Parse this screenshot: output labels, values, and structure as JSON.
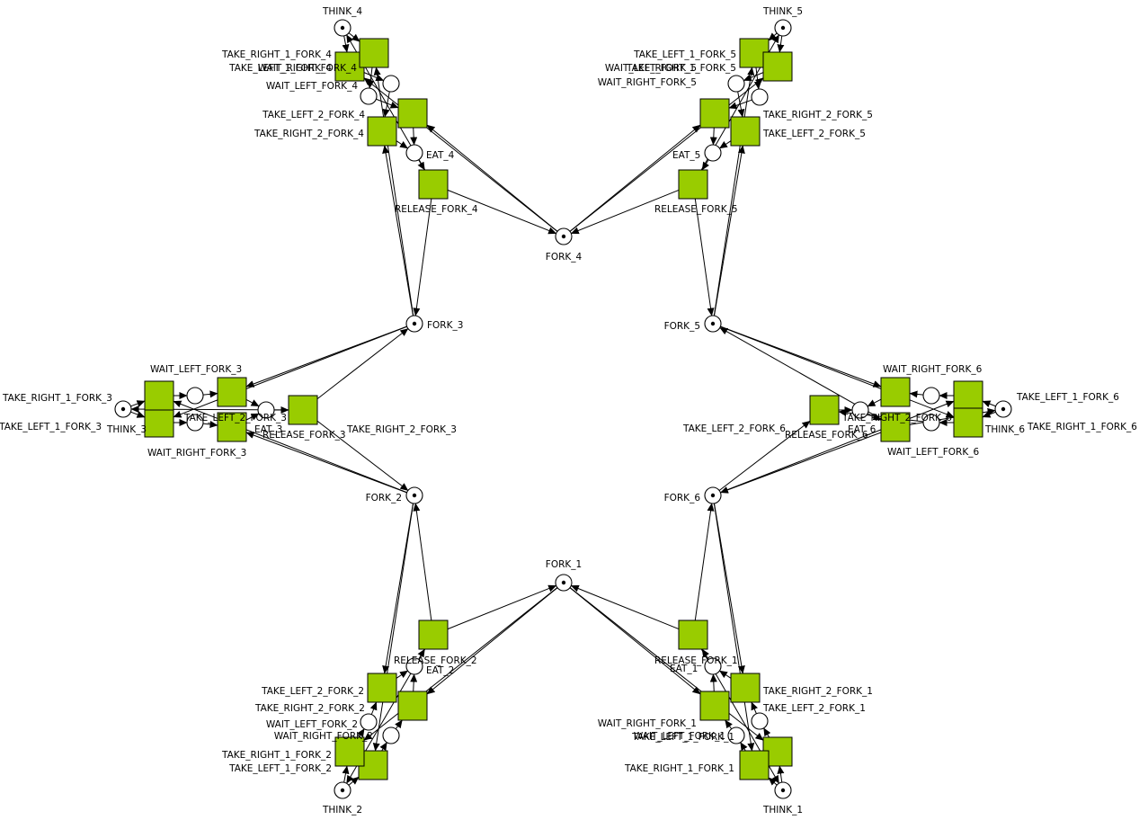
{
  "places": [
    {
      "id": "THINK_4",
      "label": "THINK_4",
      "tokens": 1
    },
    {
      "id": "THINK_5",
      "label": "THINK_5",
      "tokens": 1
    },
    {
      "id": "THINK_3",
      "label": "THINK_3",
      "tokens": 1
    },
    {
      "id": "THINK_6",
      "label": "THINK_6",
      "tokens": 1
    },
    {
      "id": "THINK_2",
      "label": "THINK_2",
      "tokens": 1
    },
    {
      "id": "THINK_1",
      "label": "THINK_1",
      "tokens": 1
    },
    {
      "id": "FORK_1",
      "label": "FORK_1",
      "tokens": 1
    },
    {
      "id": "FORK_2",
      "label": "FORK_2",
      "tokens": 1
    },
    {
      "id": "FORK_3",
      "label": "FORK_3",
      "tokens": 1
    },
    {
      "id": "FORK_4",
      "label": "FORK_4",
      "tokens": 1
    },
    {
      "id": "FORK_5",
      "label": "FORK_5",
      "tokens": 1
    },
    {
      "id": "FORK_6",
      "label": "FORK_6",
      "tokens": 1
    },
    {
      "id": "EAT_1",
      "label": "EAT_1",
      "tokens": 0
    },
    {
      "id": "EAT_2",
      "label": "EAT_2",
      "tokens": 0
    },
    {
      "id": "EAT_3",
      "label": "EAT_3",
      "tokens": 0
    },
    {
      "id": "EAT_4",
      "label": "EAT_4",
      "tokens": 0
    },
    {
      "id": "EAT_5",
      "label": "EAT_5",
      "tokens": 0
    },
    {
      "id": "EAT_6",
      "label": "EAT_6",
      "tokens": 0
    },
    {
      "id": "WAIT_LEFT_FORK_1",
      "label": "WAIT_LEFT_FORK_1",
      "tokens": 0
    },
    {
      "id": "WAIT_RIGHT_FORK_1",
      "label": "WAIT_RIGHT_FORK_1",
      "tokens": 0
    },
    {
      "id": "WAIT_LEFT_FORK_2",
      "label": "WAIT_LEFT_FORK_2",
      "tokens": 0
    },
    {
      "id": "WAIT_RIGHT_FORK_2",
      "label": "WAIT_RIGHT_FORK_2",
      "tokens": 0
    },
    {
      "id": "WAIT_LEFT_FORK_3",
      "label": "WAIT_LEFT_FORK_3",
      "tokens": 0
    },
    {
      "id": "WAIT_RIGHT_FORK_3",
      "label": "WAIT_RIGHT_FORK_3",
      "tokens": 0
    },
    {
      "id": "WAIT_LEFT_FORK_4",
      "label": "WAIT_LEFT_FORK_4",
      "tokens": 0
    },
    {
      "id": "WAIT_RIGHT_FORK_4",
      "label": "WAIT_RIGHT_FORK_4",
      "tokens": 0
    },
    {
      "id": "WAIT_LEFT_FORK_5",
      "label": "WAIT_LEFT_FORK_5",
      "tokens": 0
    },
    {
      "id": "WAIT_RIGHT_FORK_5",
      "label": "WAIT_RIGHT_FORK_5",
      "tokens": 0
    },
    {
      "id": "WAIT_LEFT_FORK_6",
      "label": "WAIT_LEFT_FORK_6",
      "tokens": 0
    },
    {
      "id": "WAIT_RIGHT_FORK_6",
      "label": "WAIT_RIGHT_FORK_6",
      "tokens": 0
    }
  ],
  "transitions": [
    {
      "id": "TAKE_LEFT_1_FORK_1",
      "label": "TAKE_LEFT_1_FORK_1"
    },
    {
      "id": "TAKE_RIGHT_1_FORK_1",
      "label": "TAKE_RIGHT_1_FORK_1"
    },
    {
      "id": "TAKE_LEFT_2_FORK_1",
      "label": "TAKE_LEFT_2_FORK_1"
    },
    {
      "id": "TAKE_RIGHT_2_FORK_1",
      "label": "TAKE_RIGHT_2_FORK_1"
    },
    {
      "id": "RELEASE_FORK_1",
      "label": "RELEASE_FORK_1"
    },
    {
      "id": "TAKE_LEFT_1_FORK_2",
      "label": "TAKE_LEFT_1_FORK_2"
    },
    {
      "id": "TAKE_RIGHT_1_FORK_2",
      "label": "TAKE_RIGHT_1_FORK_2"
    },
    {
      "id": "TAKE_LEFT_2_FORK_2",
      "label": "TAKE_LEFT_2_FORK_2"
    },
    {
      "id": "TAKE_RIGHT_2_FORK_2",
      "label": "TAKE_RIGHT_2_FORK_2"
    },
    {
      "id": "RELEASE_FORK_2",
      "label": "RELEASE_FORK_2"
    },
    {
      "id": "TAKE_LEFT_1_FORK_3",
      "label": "TAKE_LEFT_1_FORK_3"
    },
    {
      "id": "TAKE_RIGHT_1_FORK_3",
      "label": "TAKE_RIGHT_1_FORK_3"
    },
    {
      "id": "TAKE_LEFT_2_FORK_3",
      "label": "TAKE_LEFT_2_FORK_3"
    },
    {
      "id": "TAKE_RIGHT_2_FORK_3",
      "label": "TAKE_RIGHT_2_FORK_3"
    },
    {
      "id": "RELEASE_FORK_3",
      "label": "RELEASE_FORK_3"
    },
    {
      "id": "TAKE_LEFT_1_FORK_4",
      "label": "TAKE_LEFT_1_FORK_4"
    },
    {
      "id": "TAKE_RIGHT_1_FORK_4",
      "label": "TAKE_RIGHT_1_FORK_4"
    },
    {
      "id": "TAKE_LEFT_2_FORK_4",
      "label": "TAKE_LEFT_2_FORK_4"
    },
    {
      "id": "TAKE_RIGHT_2_FORK_4",
      "label": "TAKE_RIGHT_2_FORK_4"
    },
    {
      "id": "RELEASE_FORK_4",
      "label": "RELEASE_FORK_4"
    },
    {
      "id": "TAKE_LEFT_1_FORK_5",
      "label": "TAKE_LEFT_1_FORK_5"
    },
    {
      "id": "TAKE_RIGHT_1_FORK_5",
      "label": "TAKE_RIGHT_1_FORK_5"
    },
    {
      "id": "TAKE_LEFT_2_FORK_5",
      "label": "TAKE_LEFT_2_FORK_5"
    },
    {
      "id": "TAKE_RIGHT_2_FORK_5",
      "label": "TAKE_RIGHT_2_FORK_5"
    },
    {
      "id": "RELEASE_FORK_5",
      "label": "RELEASE_FORK_5"
    },
    {
      "id": "TAKE_LEFT_1_FORK_6",
      "label": "TAKE_LEFT_1_FORK_6"
    },
    {
      "id": "TAKE_RIGHT_1_FORK_6",
      "label": "TAKE_RIGHT_1_FORK_6"
    },
    {
      "id": "TAKE_LEFT_2_FORK_6",
      "label": "TAKE_LEFT_2_FORK_6"
    },
    {
      "id": "TAKE_RIGHT_2_FORK_6",
      "label": "TAKE_RIGHT_2_FORK_6"
    },
    {
      "id": "RELEASE_FORK_6",
      "label": "RELEASE_FORK_6"
    }
  ],
  "arcs": [
    [
      "THINK_1",
      "TAKE_LEFT_1_FORK_1"
    ],
    [
      "TAKE_LEFT_1_FORK_1",
      "WAIT_RIGHT_FORK_1"
    ],
    [
      "WAIT_RIGHT_FORK_1",
      "TAKE_RIGHT_2_FORK_1"
    ],
    [
      "TAKE_RIGHT_2_FORK_1",
      "EAT_1"
    ],
    [
      "THINK_1",
      "TAKE_RIGHT_1_FORK_1"
    ],
    [
      "TAKE_RIGHT_1_FORK_1",
      "WAIT_LEFT_FORK_1"
    ],
    [
      "WAIT_LEFT_FORK_1",
      "TAKE_LEFT_2_FORK_1"
    ],
    [
      "TAKE_LEFT_2_FORK_1",
      "EAT_1"
    ],
    [
      "EAT_1",
      "RELEASE_FORK_1"
    ],
    [
      "RELEASE_FORK_1",
      "THINK_1"
    ],
    [
      "RELEASE_FORK_1",
      "FORK_1"
    ],
    [
      "RELEASE_FORK_1",
      "FORK_6"
    ],
    [
      "FORK_1",
      "TAKE_LEFT_1_FORK_1"
    ],
    [
      "FORK_1",
      "TAKE_LEFT_2_FORK_1"
    ],
    [
      "FORK_6",
      "TAKE_RIGHT_1_FORK_1"
    ],
    [
      "FORK_6",
      "TAKE_RIGHT_2_FORK_1"
    ],
    [
      "THINK_2",
      "TAKE_LEFT_1_FORK_2"
    ],
    [
      "TAKE_LEFT_1_FORK_2",
      "WAIT_RIGHT_FORK_2"
    ],
    [
      "WAIT_RIGHT_FORK_2",
      "TAKE_RIGHT_2_FORK_2"
    ],
    [
      "TAKE_RIGHT_2_FORK_2",
      "EAT_2"
    ],
    [
      "THINK_2",
      "TAKE_RIGHT_1_FORK_2"
    ],
    [
      "TAKE_RIGHT_1_FORK_2",
      "WAIT_LEFT_FORK_2"
    ],
    [
      "WAIT_LEFT_FORK_2",
      "TAKE_LEFT_2_FORK_2"
    ],
    [
      "TAKE_LEFT_2_FORK_2",
      "EAT_2"
    ],
    [
      "EAT_2",
      "RELEASE_FORK_2"
    ],
    [
      "RELEASE_FORK_2",
      "THINK_2"
    ],
    [
      "RELEASE_FORK_2",
      "FORK_2"
    ],
    [
      "RELEASE_FORK_2",
      "FORK_1"
    ],
    [
      "FORK_2",
      "TAKE_LEFT_1_FORK_2"
    ],
    [
      "FORK_2",
      "TAKE_LEFT_2_FORK_2"
    ],
    [
      "FORK_1",
      "TAKE_RIGHT_1_FORK_2"
    ],
    [
      "FORK_1",
      "TAKE_RIGHT_2_FORK_2"
    ],
    [
      "THINK_3",
      "TAKE_LEFT_1_FORK_3"
    ],
    [
      "TAKE_LEFT_1_FORK_3",
      "WAIT_RIGHT_FORK_3"
    ],
    [
      "WAIT_RIGHT_FORK_3",
      "TAKE_RIGHT_2_FORK_3"
    ],
    [
      "TAKE_RIGHT_2_FORK_3",
      "EAT_3"
    ],
    [
      "THINK_3",
      "TAKE_RIGHT_1_FORK_3"
    ],
    [
      "TAKE_RIGHT_1_FORK_3",
      "WAIT_LEFT_FORK_3"
    ],
    [
      "WAIT_LEFT_FORK_3",
      "TAKE_LEFT_2_FORK_3"
    ],
    [
      "TAKE_LEFT_2_FORK_3",
      "EAT_3"
    ],
    [
      "EAT_3",
      "RELEASE_FORK_3"
    ],
    [
      "RELEASE_FORK_3",
      "THINK_3"
    ],
    [
      "RELEASE_FORK_3",
      "FORK_3"
    ],
    [
      "RELEASE_FORK_3",
      "FORK_2"
    ],
    [
      "FORK_3",
      "TAKE_LEFT_1_FORK_3"
    ],
    [
      "FORK_3",
      "TAKE_LEFT_2_FORK_3"
    ],
    [
      "FORK_2",
      "TAKE_RIGHT_1_FORK_3"
    ],
    [
      "FORK_2",
      "TAKE_RIGHT_2_FORK_3"
    ],
    [
      "THINK_4",
      "TAKE_LEFT_1_FORK_4"
    ],
    [
      "TAKE_LEFT_1_FORK_4",
      "WAIT_RIGHT_FORK_4"
    ],
    [
      "WAIT_RIGHT_FORK_4",
      "TAKE_RIGHT_2_FORK_4"
    ],
    [
      "TAKE_RIGHT_2_FORK_4",
      "EAT_4"
    ],
    [
      "THINK_4",
      "TAKE_RIGHT_1_FORK_4"
    ],
    [
      "TAKE_RIGHT_1_FORK_4",
      "WAIT_LEFT_FORK_4"
    ],
    [
      "WAIT_LEFT_FORK_4",
      "TAKE_LEFT_2_FORK_4"
    ],
    [
      "TAKE_LEFT_2_FORK_4",
      "EAT_4"
    ],
    [
      "EAT_4",
      "RELEASE_FORK_4"
    ],
    [
      "RELEASE_FORK_4",
      "THINK_4"
    ],
    [
      "RELEASE_FORK_4",
      "FORK_4"
    ],
    [
      "RELEASE_FORK_4",
      "FORK_3"
    ],
    [
      "FORK_4",
      "TAKE_LEFT_1_FORK_4"
    ],
    [
      "FORK_4",
      "TAKE_LEFT_2_FORK_4"
    ],
    [
      "FORK_3",
      "TAKE_RIGHT_1_FORK_4"
    ],
    [
      "FORK_3",
      "TAKE_RIGHT_2_FORK_4"
    ],
    [
      "THINK_5",
      "TAKE_LEFT_1_FORK_5"
    ],
    [
      "TAKE_LEFT_1_FORK_5",
      "WAIT_RIGHT_FORK_5"
    ],
    [
      "WAIT_RIGHT_FORK_5",
      "TAKE_RIGHT_2_FORK_5"
    ],
    [
      "TAKE_RIGHT_2_FORK_5",
      "EAT_5"
    ],
    [
      "THINK_5",
      "TAKE_RIGHT_1_FORK_5"
    ],
    [
      "TAKE_RIGHT_1_FORK_5",
      "WAIT_LEFT_FORK_5"
    ],
    [
      "WAIT_LEFT_FORK_5",
      "TAKE_LEFT_2_FORK_5"
    ],
    [
      "TAKE_LEFT_2_FORK_5",
      "EAT_5"
    ],
    [
      "EAT_5",
      "RELEASE_FORK_5"
    ],
    [
      "RELEASE_FORK_5",
      "THINK_5"
    ],
    [
      "RELEASE_FORK_5",
      "FORK_5"
    ],
    [
      "RELEASE_FORK_5",
      "FORK_4"
    ],
    [
      "FORK_5",
      "TAKE_LEFT_1_FORK_5"
    ],
    [
      "FORK_5",
      "TAKE_LEFT_2_FORK_5"
    ],
    [
      "FORK_4",
      "TAKE_RIGHT_1_FORK_5"
    ],
    [
      "FORK_4",
      "TAKE_RIGHT_2_FORK_5"
    ],
    [
      "THINK_6",
      "TAKE_LEFT_1_FORK_6"
    ],
    [
      "TAKE_LEFT_1_FORK_6",
      "WAIT_RIGHT_FORK_6"
    ],
    [
      "WAIT_RIGHT_FORK_6",
      "TAKE_RIGHT_2_FORK_6"
    ],
    [
      "TAKE_RIGHT_2_FORK_6",
      "EAT_6"
    ],
    [
      "THINK_6",
      "TAKE_RIGHT_1_FORK_6"
    ],
    [
      "TAKE_RIGHT_1_FORK_6",
      "WAIT_LEFT_FORK_6"
    ],
    [
      "WAIT_LEFT_FORK_6",
      "TAKE_LEFT_2_FORK_6"
    ],
    [
      "TAKE_LEFT_2_FORK_6",
      "EAT_6"
    ],
    [
      "EAT_6",
      "RELEASE_FORK_6"
    ],
    [
      "RELEASE_FORK_6",
      "THINK_6"
    ],
    [
      "RELEASE_FORK_6",
      "FORK_6"
    ],
    [
      "RELEASE_FORK_6",
      "FORK_5"
    ],
    [
      "FORK_6",
      "TAKE_LEFT_1_FORK_6"
    ],
    [
      "FORK_6",
      "TAKE_LEFT_2_FORK_6"
    ],
    [
      "FORK_5",
      "TAKE_RIGHT_1_FORK_6"
    ],
    [
      "FORK_5",
      "TAKE_RIGHT_2_FORK_6"
    ]
  ],
  "colors": {
    "transition_fill": "#99cc00",
    "stroke": "#000000",
    "background": "#ffffff"
  }
}
